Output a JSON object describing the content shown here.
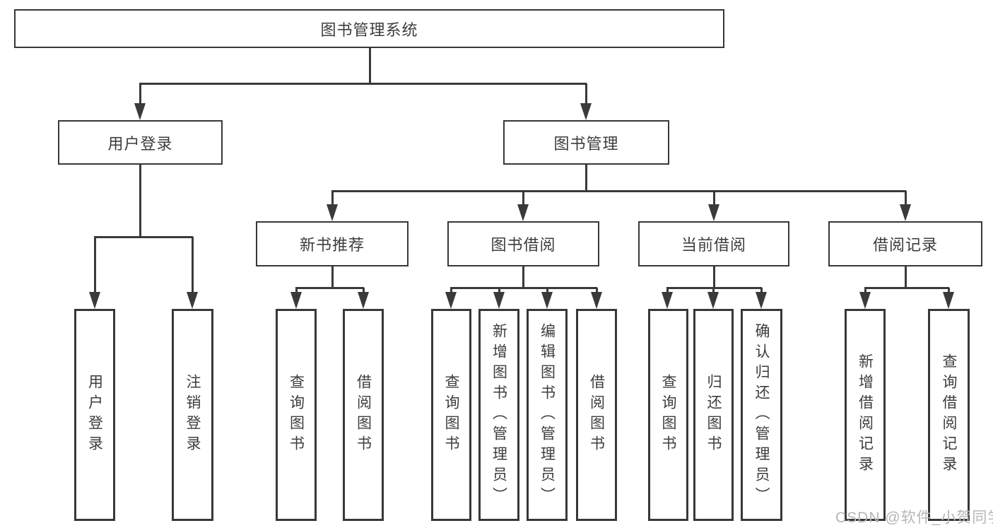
{
  "tree": {
    "root": {
      "label": "图书管理系统"
    },
    "branches": [
      {
        "label": "用户登录",
        "leaves": [
          {
            "label": "用户登录"
          },
          {
            "label": "注销登录"
          }
        ]
      },
      {
        "label": "图书管理",
        "groups": [
          {
            "label": "新书推荐",
            "leaves": [
              {
                "label": "查询图书"
              },
              {
                "label": "借阅图书"
              }
            ]
          },
          {
            "label": "图书借阅",
            "leaves": [
              {
                "label": "查询图书"
              },
              {
                "label": "新增图书（管理员）"
              },
              {
                "label": "编辑图书（管理员）"
              },
              {
                "label": "借阅图书"
              }
            ]
          },
          {
            "label": "当前借阅",
            "leaves": [
              {
                "label": "查询图书"
              },
              {
                "label": "归还图书"
              },
              {
                "label": "确认归还（管理员）"
              }
            ]
          },
          {
            "label": "借阅记录",
            "leaves": [
              {
                "label": "新增借阅记录"
              },
              {
                "label": "查询借阅记录"
              }
            ]
          }
        ]
      }
    ]
  },
  "watermark": {
    "text": "CSDN @软件_小贺同学"
  },
  "colors": {
    "line": "#3a3a3a",
    "text": "#3d3d3d",
    "watermark": "#b6b6b6",
    "background": "#ffffff"
  }
}
